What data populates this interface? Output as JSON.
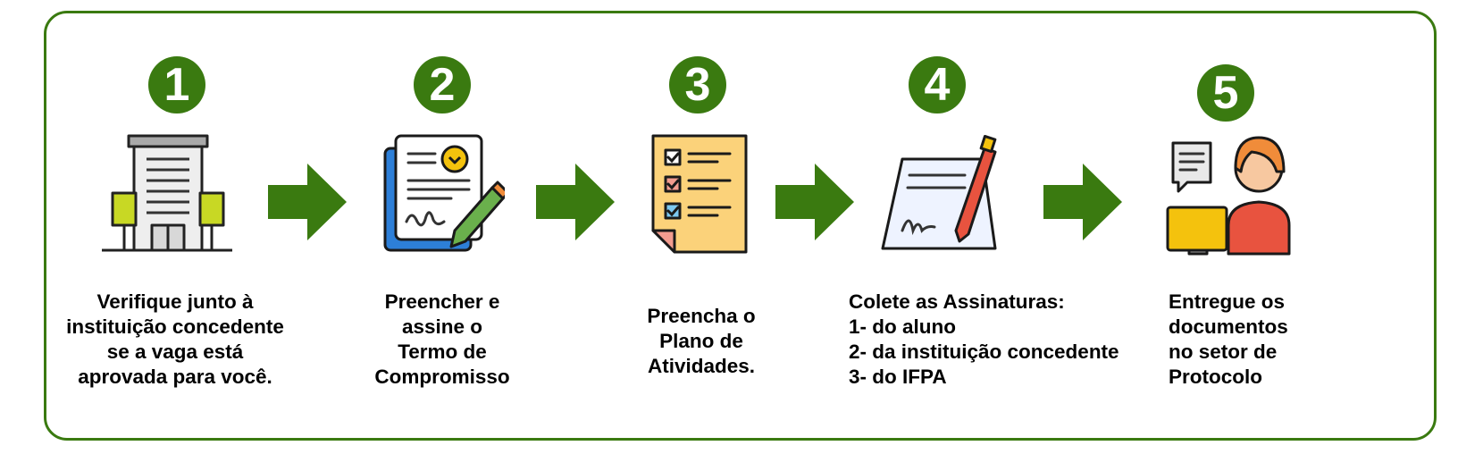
{
  "colors": {
    "accent": "#3a7a10"
  },
  "steps": [
    {
      "number": "1",
      "icon": "building-icon",
      "lines": [
        "Verifique junto à",
        "instituição concedente",
        "se a vaga está",
        "aprovada para você."
      ]
    },
    {
      "number": "2",
      "icon": "signed-contract-icon",
      "lines": [
        "Preencher e",
        "assine o",
        "Termo de",
        "Compromisso"
      ]
    },
    {
      "number": "3",
      "icon": "checklist-icon",
      "lines": [
        "Preencha o",
        "Plano de",
        "Atividades."
      ]
    },
    {
      "number": "4",
      "icon": "signature-pen-icon",
      "lines": [
        "Colete as Assinaturas:",
        "1- do aluno",
        "2- da instituição concedente",
        "3- do IFPA"
      ]
    },
    {
      "number": "5",
      "icon": "receptionist-icon",
      "lines": [
        "Entregue os",
        "documentos",
        "no setor de",
        "Protocolo"
      ]
    }
  ]
}
